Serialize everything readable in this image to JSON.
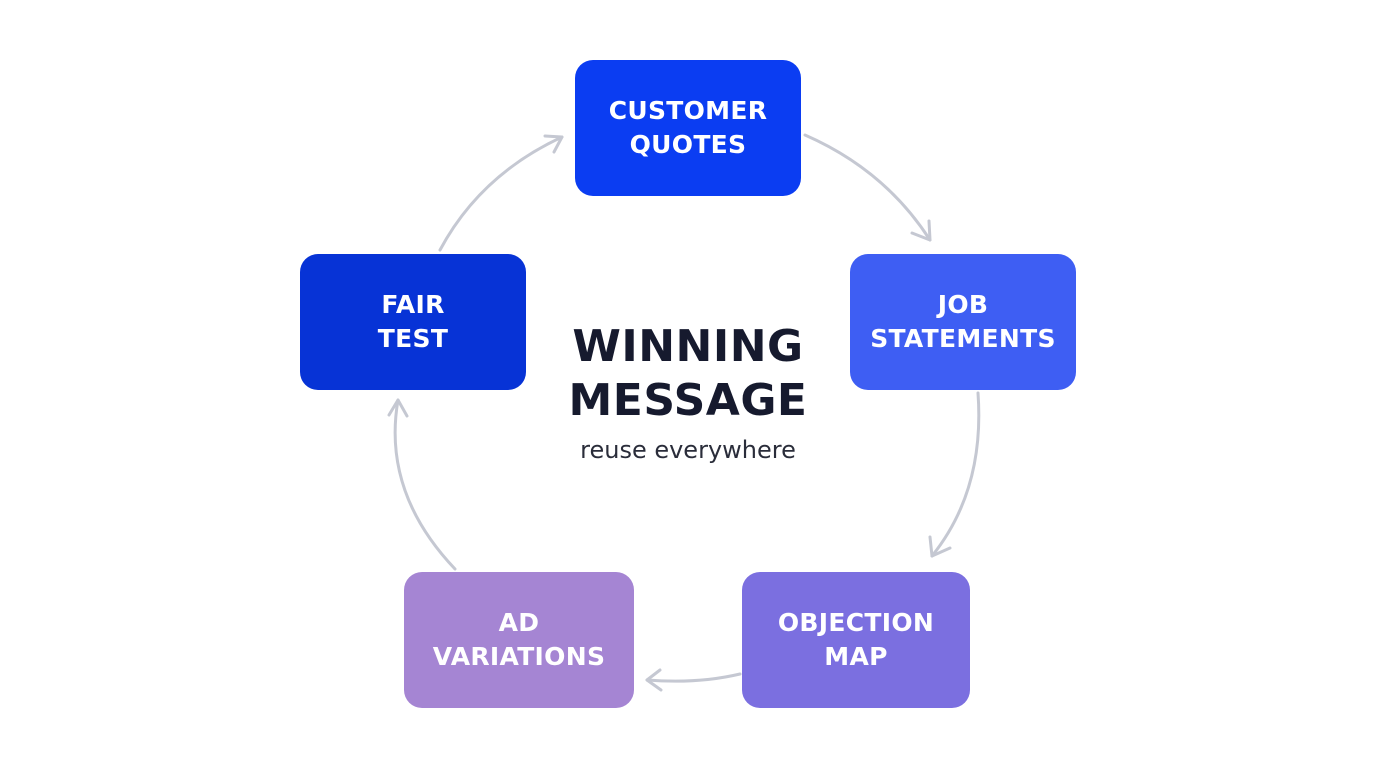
{
  "nodes": {
    "customer_quotes": {
      "lines": [
        "CUSTOMER",
        "QUOTES"
      ],
      "color": "#0b3df2"
    },
    "job_statements": {
      "lines": [
        "JOB",
        "STATEMENTS"
      ],
      "color": "#3e5ef3"
    },
    "objection_map": {
      "lines": [
        "OBJECTION",
        "MAP"
      ],
      "color": "#7b6fe0"
    },
    "ad_variations": {
      "lines": [
        "AD",
        "VARIATIONS"
      ],
      "color": "#a585d3"
    },
    "fair_test": {
      "lines": [
        "FAIR",
        "TEST"
      ],
      "color": "#0733d6"
    }
  },
  "center": {
    "title_lines": [
      "WINNING",
      "MESSAGE"
    ],
    "subtitle": "reuse everywhere"
  },
  "colors": {
    "arrow": "#c5c8d2",
    "title": "#161a2e"
  }
}
